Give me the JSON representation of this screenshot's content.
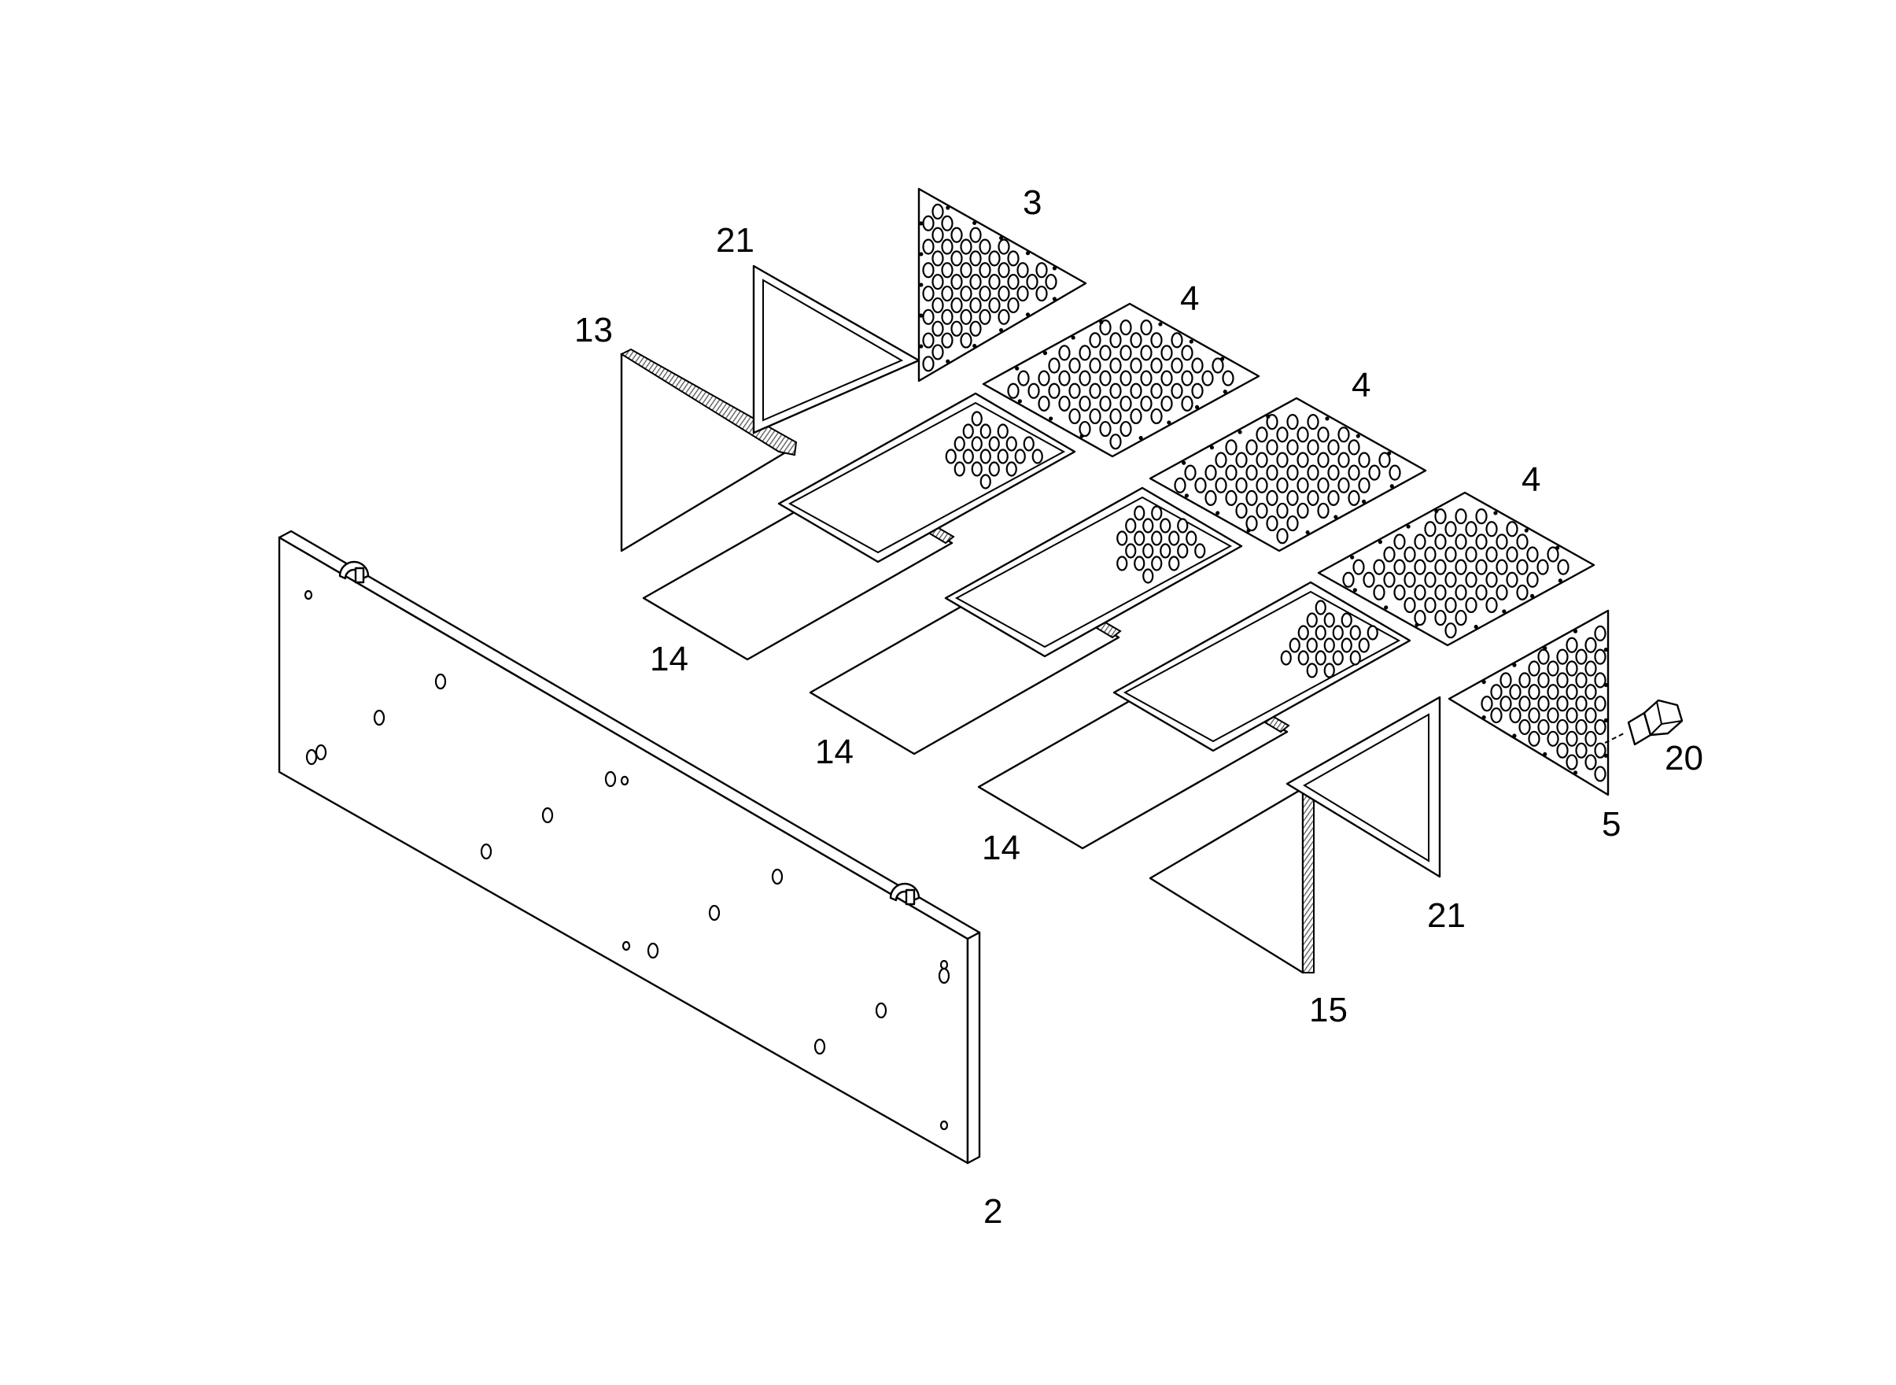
{
  "diagram": {
    "callouts": {
      "c3": "3",
      "c21_top": "21",
      "c13": "13",
      "c4_a": "4",
      "c4_b": "4",
      "c4_c": "4",
      "c14_a": "14",
      "c14_b": "14",
      "c14_c": "14",
      "c20": "20",
      "c5": "5",
      "c21_bottom": "21",
      "c15": "15",
      "c2": "2"
    },
    "colors": {
      "ink": "#000000",
      "paper": "#ffffff",
      "hatch": "#9a9a9a"
    }
  }
}
